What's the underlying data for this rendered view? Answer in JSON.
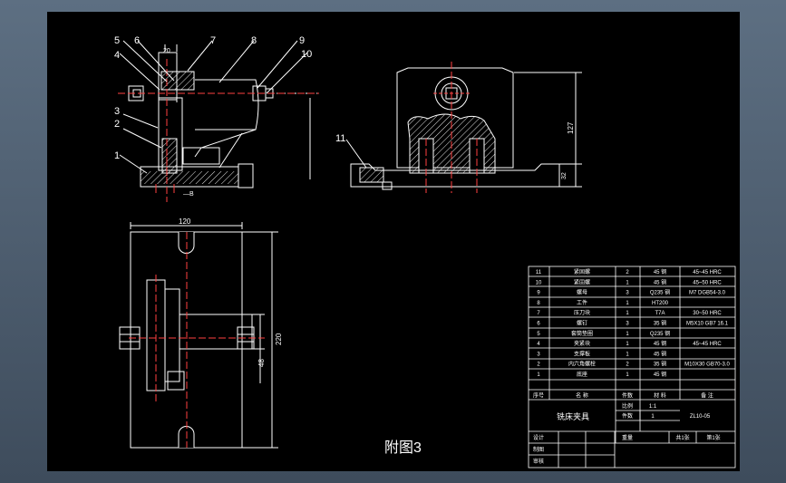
{
  "drawing": {
    "caption": "附图3",
    "balloons": [
      "1",
      "2",
      "3",
      "4",
      "5",
      "6",
      "7",
      "8",
      "9",
      "10",
      "11"
    ],
    "dims": {
      "top_width": "20",
      "section_label": "—B",
      "side_height": "127",
      "side_small": "32",
      "plan_width": "120",
      "plan_height": "220",
      "plan_inner": "48"
    }
  },
  "bom": {
    "rows": [
      {
        "no": "11",
        "name": "紧固螺",
        "qty": "2",
        "mat": "45 钢",
        "note": "45~45 HRC"
      },
      {
        "no": "10",
        "name": "紧固螺",
        "qty": "1",
        "mat": "45 钢",
        "note": "45~50 HRC"
      },
      {
        "no": "9",
        "name": "螺母",
        "qty": "3",
        "mat": "Q235 钢",
        "note": "M7 DGB54-3.0"
      },
      {
        "no": "8",
        "name": "工件",
        "qty": "1",
        "mat": "HT200",
        "note": ""
      },
      {
        "no": "7",
        "name": "压刀块",
        "qty": "1",
        "mat": "T7A",
        "note": "30~50 HRC"
      },
      {
        "no": "6",
        "name": "螺钉",
        "qty": "3",
        "mat": "35 钢",
        "note": "M5X10 GB7 16.1"
      },
      {
        "no": "5",
        "name": "套筒垫圈",
        "qty": "1",
        "mat": "Q235 钢",
        "note": ""
      },
      {
        "no": "4",
        "name": "夹紧块",
        "qty": "1",
        "mat": "45 钢",
        "note": "45~45 HRC"
      },
      {
        "no": "3",
        "name": "支撑板",
        "qty": "1",
        "mat": "45 钢",
        "note": ""
      },
      {
        "no": "2",
        "name": "内六角螺栓",
        "qty": "2",
        "mat": "35 钢",
        "note": "M10X30 GB70-3.0"
      },
      {
        "no": "1",
        "name": "底座",
        "qty": "1",
        "mat": "45 钢",
        "note": ""
      }
    ],
    "header": {
      "no": "序号",
      "name": "名 称",
      "qty": "件数",
      "mat": "材 料",
      "note": "备 注"
    },
    "title": {
      "name": "铣床夹具",
      "scale_label": "比例",
      "scale_value": "1:1",
      "count_label": "件数",
      "count_value": "1",
      "drawing_no": "ZL10-05",
      "weight_label": "重量",
      "sheets_total": "共1张",
      "sheet_no": "第1张",
      "design": "设计",
      "draw": "制图",
      "review": "审核"
    }
  }
}
